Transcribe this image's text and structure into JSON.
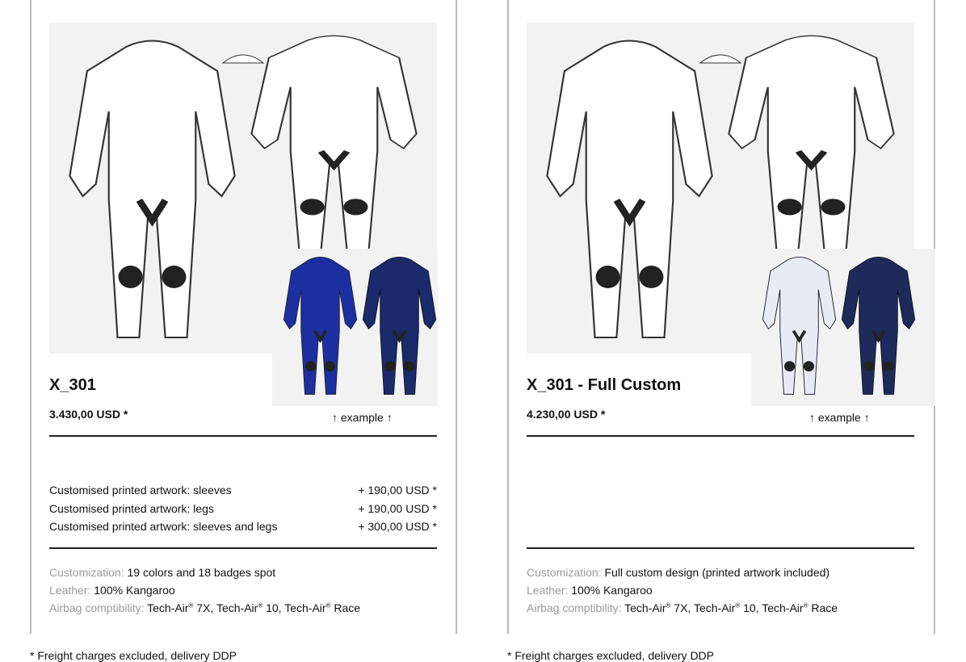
{
  "products": [
    {
      "title": "X_301",
      "price": "3.430,00 USD *",
      "example": "↑ example ↑",
      "options": [
        {
          "label": "Customised printed artwork: sleeves",
          "price": "+ 190,00 USD *"
        },
        {
          "label": "Customised printed artwork: legs",
          "price": "+ 190,00 USD *"
        },
        {
          "label": "Customised printed artwork: sleeves and legs",
          "price": "+ 300,00 USD *"
        }
      ],
      "specs": {
        "customization_label": "Customization:",
        "customization": "19 colors and 18 badges spot",
        "leather_label": "Leather:",
        "leather": "100% Kangaroo",
        "airbag_label": "Airbag comptibility:",
        "airbag": [
          "Tech-Air",
          "7X, ",
          "Tech-Air",
          "10, ",
          "Tech-Air",
          "Race"
        ]
      },
      "example_colors": [
        "#1c2fa0",
        "#1a2a6a"
      ]
    },
    {
      "title": "X_301 - Full Custom",
      "price": "4.230,00 USD *",
      "example": "↑ example ↑",
      "options": [],
      "specs": {
        "customization_label": "Customization:",
        "customization": "Full custom design (printed artwork included)",
        "leather_label": "Leather:",
        "leather": "100% Kangaroo",
        "airbag_label": "Airbag comptibility:",
        "airbag": [
          "Tech-Air",
          "7X, ",
          "Tech-Air",
          "10, ",
          "Tech-Air",
          "Race"
        ]
      },
      "example_colors": [
        "#e8eaf4",
        "#1e2a5a"
      ]
    }
  ],
  "registered_mark": "®",
  "footer": "* Freight charges excluded, delivery DDP"
}
